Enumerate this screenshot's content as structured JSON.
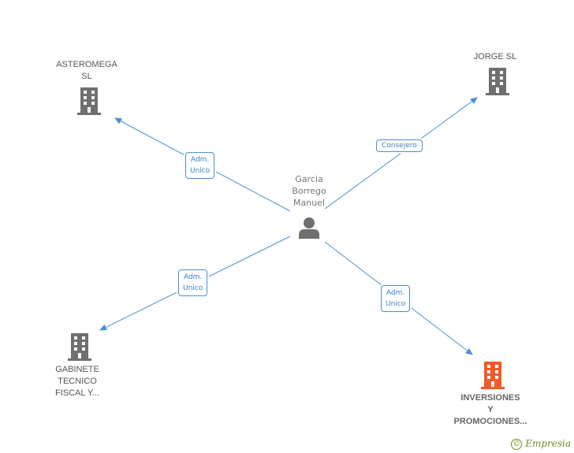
{
  "diagram": {
    "center": {
      "name": "Garcia Borrego Manuel",
      "lines": [
        "Garcia",
        "Borrego",
        "Manuel"
      ],
      "icon": "person-icon"
    },
    "nodes": [
      {
        "id": "asteromega",
        "lines": [
          "ASTEROMEGA",
          "SL"
        ],
        "icon": "building-icon",
        "color": "#666666"
      },
      {
        "id": "jorge",
        "lines": [
          "JORGE SL"
        ],
        "icon": "building-icon",
        "color": "#666666"
      },
      {
        "id": "gabinete",
        "lines": [
          "GABINETE",
          "TECNICO",
          "FISCAL Y..."
        ],
        "icon": "building-icon",
        "color": "#666666"
      },
      {
        "id": "inversiones",
        "lines": [
          "INVERSIONES",
          "Y",
          "PROMOCIONES..."
        ],
        "icon": "building-icon",
        "color": "#f05a28"
      }
    ],
    "edges": [
      {
        "to": "asteromega",
        "lines": [
          "Adm.",
          "Unico"
        ]
      },
      {
        "to": "jorge",
        "lines": [
          "Consejero"
        ]
      },
      {
        "to": "gabinete",
        "lines": [
          "Adm.",
          "Unico"
        ]
      },
      {
        "to": "inversiones",
        "lines": [
          "Adm.",
          "Unico"
        ]
      }
    ],
    "edge_color": "#4a8fd4"
  },
  "footer": {
    "copyright_symbol": "©",
    "brand": "Empresia"
  }
}
